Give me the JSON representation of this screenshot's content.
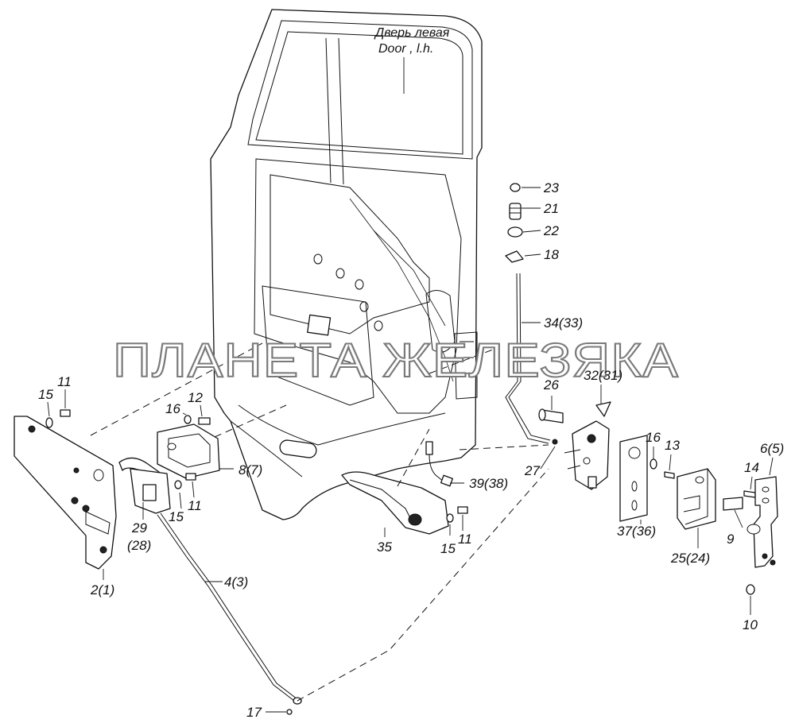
{
  "title": {
    "line1": "Дверь левая",
    "line2": "Door , l.h."
  },
  "watermark": "ПЛАНЕТА ЖЕЛЕЗЯКА",
  "callouts": [
    "23",
    "21",
    "22",
    "18",
    "34(33)",
    "26",
    "32(31)",
    "27",
    "16",
    "13",
    "6(5)",
    "14",
    "9",
    "37(36)",
    "25(24)",
    "10",
    "15",
    "11",
    "12",
    "16",
    "8(7)",
    "15",
    "11",
    "29",
    "(28)",
    "2(1)",
    "39(38)",
    "15",
    "11",
    "35",
    "4(3)",
    "17"
  ],
  "colors": {
    "line": "#111111",
    "background": "#ffffff",
    "watermark_stroke": "#7a7a7a"
  }
}
